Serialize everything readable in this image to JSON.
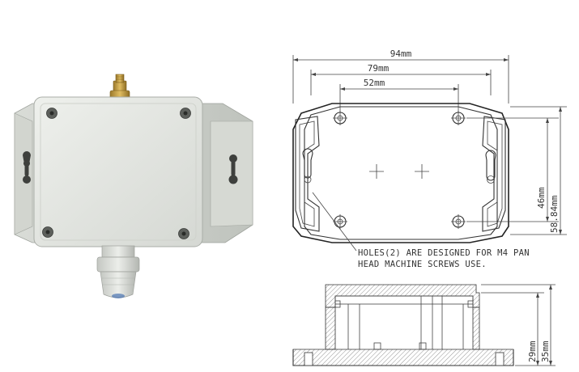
{
  "product_photo": {
    "alt": "product-photo"
  },
  "top_view": {
    "dim_overall": "94mm",
    "dim_mount": "79mm",
    "dim_holes": "52mm",
    "dim_height_inner": "46mm",
    "dim_height_outer": "58.84mm",
    "note_line1": "HOLES(2) ARE DESIGNED FOR M4 PAN",
    "note_line2": "HEAD MACHINE SCREWS USE."
  },
  "section_view": {
    "dim_inner": "29mm",
    "dim_outer": "35mm"
  },
  "colors": {
    "enclosure": "#e4e6e2",
    "enclosure_shade": "#c9ccc7",
    "brass": "#c8a04a",
    "line": "#333333"
  }
}
